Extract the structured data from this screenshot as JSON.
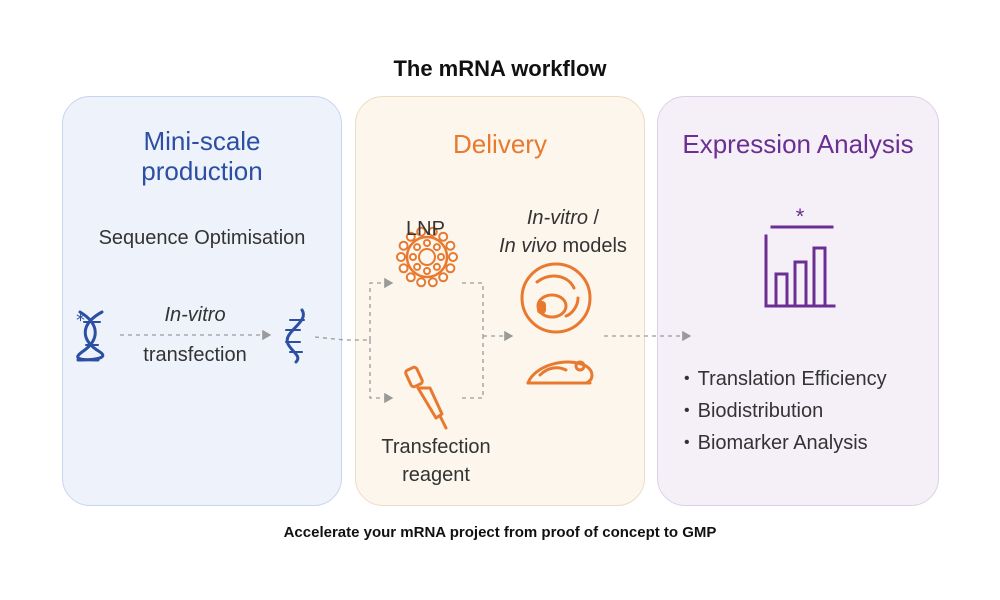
{
  "title": "The mRNA workflow",
  "footer": "Accelerate your mRNA project from proof of concept to GMP",
  "colors": {
    "blue": "#2c4fa3",
    "orange": "#e8792f",
    "purple": "#6b2f93",
    "arrow": "#9a9a9a"
  },
  "production": {
    "heading_line1": "Mini-scale",
    "heading_line2": "production",
    "sequence_label": "Sequence Optimisation",
    "step_italic": "In-vitro",
    "step_text": "transfection",
    "icons": [
      "dna-icon",
      "mrna-strand-icon"
    ]
  },
  "delivery": {
    "heading": "Delivery",
    "lnp_label": "LNP",
    "models_italic_1": "In-vitro",
    "models_slash": " /",
    "models_italic_2": "In vivo",
    "models_text": " models",
    "reagent_line1": "Transfection",
    "reagent_line2": "reagent",
    "icons": [
      "lnp-icon",
      "pipette-icon",
      "cell-icon",
      "mouse-icon"
    ]
  },
  "analysis": {
    "heading": "Expression Analysis",
    "chart_star": "*",
    "bullets": [
      "Translation Efficiency",
      "Biodistribution",
      "Biomarker Analysis"
    ],
    "icons": [
      "bar-chart-icon"
    ]
  }
}
